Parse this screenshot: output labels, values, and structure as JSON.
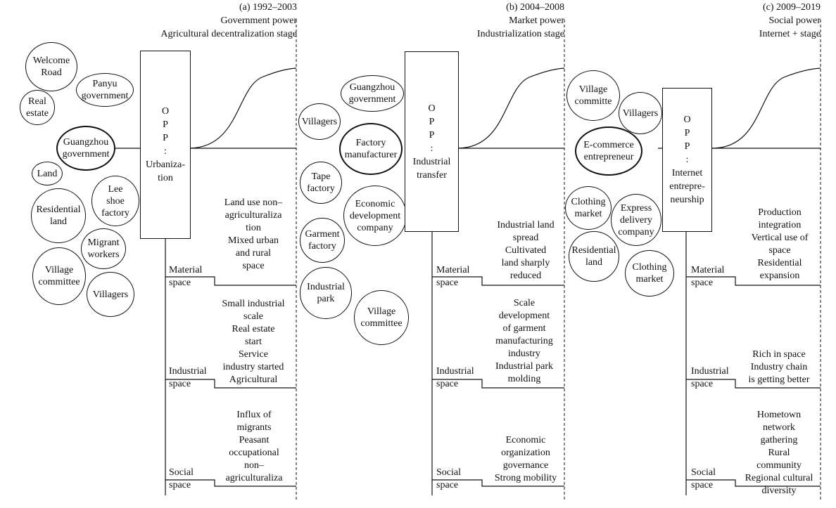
{
  "panels": [
    {
      "header": {
        "period": "(a) 1992–2003",
        "power": "Government power",
        "stage": "Agricultural decentralization stage"
      },
      "opp": "O\nP\nP\n:\nUrbaniza-\ntion",
      "actors": [
        "Welcome\nRoad",
        "Panyu\ngovernment",
        "Real\nestate",
        "Guangzhou\ngovernment",
        "Land",
        "Lee\nshoe\nfactory",
        "Residential\nland",
        "Migrant\nworkers",
        "Village\ncommittee",
        "Villagers"
      ],
      "spaces": [
        {
          "label": "Material\nspace",
          "text": "Land use non–\nagriculturaliza\ntion\nMixed urban\nand rural\nspace"
        },
        {
          "label": "Industrial\nspace",
          "text": "Small industrial\nscale\nReal estate\nstart\nService\nindustry started\nAgricultural"
        },
        {
          "label": "Social\nspace",
          "text": "Influx of\nmigrants\nPeasant\noccupational\nnon–\nagriculturaliza"
        }
      ]
    },
    {
      "header": {
        "period": "(b) 2004–2008",
        "power": "Market power",
        "stage": "Industrialization stage"
      },
      "opp": "O\nP\nP\n:\nIndustrial\ntransfer",
      "actors": [
        "Guangzhou\ngovernment",
        "Villagers",
        "Factory\nmanufacturer",
        "Tape\nfactory",
        "Economic\ndevelopment\ncompany",
        "Garment\nfactory",
        "Industrial\npark",
        "Village\ncommittee"
      ],
      "spaces": [
        {
          "label": "Material\nspace",
          "text": "Industrial land\nspread\nCultivated\nland sharply\nreduced"
        },
        {
          "label": "Industrial\nspace",
          "text": "Scale\ndevelopment\nof garment\nmanufacturing\nindustry\nIndustrial park\nmolding"
        },
        {
          "label": "Social\nspace",
          "text": "Economic\norganization\ngovernance\nStrong mobility"
        }
      ]
    },
    {
      "header": {
        "period": "(c) 2009–2019",
        "power": "Social power",
        "stage": "Internet + stage"
      },
      "opp": "O\nP\nP\n:\nInternet\nentrepre-\nneurship",
      "actors": [
        "Village\ncommitte",
        "Villagers",
        "E-commerce\nentrepreneur",
        "Clothing\nmarket",
        "Express\ndelivery\ncompany",
        "Residential\nland",
        "Clothing\nmarket"
      ],
      "spaces": [
        {
          "label": "Material\nspace",
          "text": "Production\nintegration\nVertical use of\nspace\nResidential\nexpansion"
        },
        {
          "label": "Industrial\nspace",
          "text": "Rich in space\nIndustry chain\nis getting better"
        },
        {
          "label": "Social\nspace",
          "text": "Hometown\nnetwork\ngathering\nRural\ncommunity\nRegional cultural\ndiversity"
        }
      ]
    }
  ]
}
